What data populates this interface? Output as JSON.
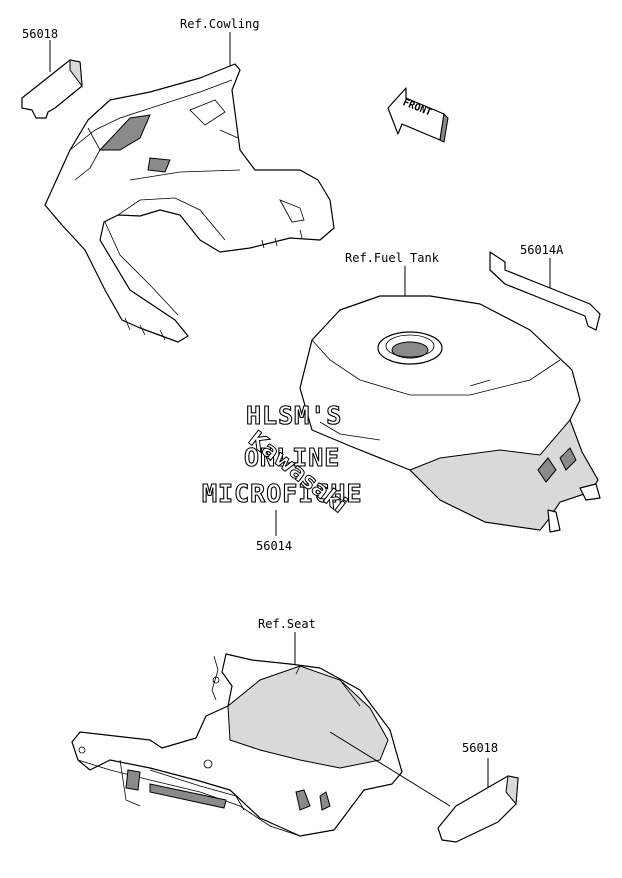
{
  "labels": {
    "p56018_top": "56018",
    "ref_cowling": "Ref.Cowling",
    "front": "FRONT",
    "ref_fuel_tank": "Ref.Fuel Tank",
    "p56014a": "56014A",
    "p56014": "56014",
    "ref_seat": "Ref.Seat",
    "p56018_bottom": "56018"
  },
  "watermark": {
    "line1": "HLSM'S",
    "line2": "ONLINE",
    "line3": "MICROFICHE"
  },
  "emblem_text": "Kawasaki"
}
